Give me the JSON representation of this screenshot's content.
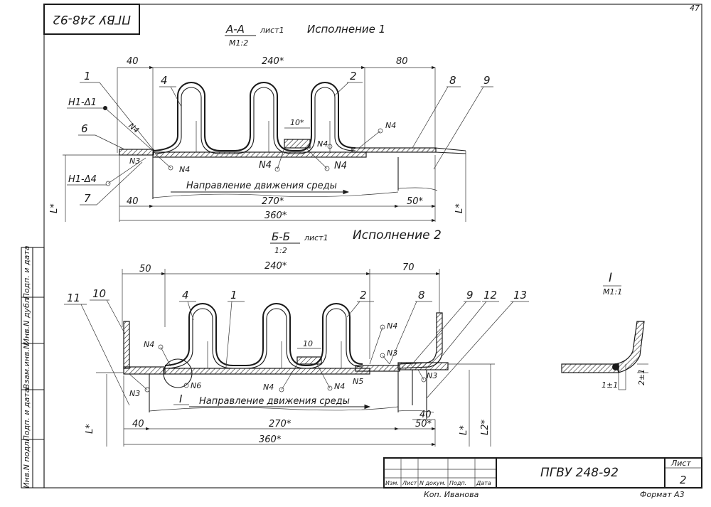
{
  "stamp": "ПГВУ 248-92",
  "page_corner": "47",
  "sectionA": {
    "title": "А-А",
    "sheet": "лист1",
    "scale": "М1:2",
    "variant": "Исполнение 1",
    "dims": {
      "d40_top": "40",
      "d240": "240*",
      "d80": "80",
      "d10": "10*",
      "d40_bot": "40",
      "d270": "270*",
      "d50": "50*",
      "d360": "360*",
      "L": "L*"
    },
    "callouts": {
      "c1": "1",
      "c2": "2",
      "c4": "4",
      "c6": "6",
      "c7": "7",
      "c8": "8",
      "c9": "9"
    },
    "welds": {
      "h1d1": "Н1-Δ1",
      "h1d4": "Н1-Δ4",
      "n3": "N3",
      "n4a": "N4",
      "n4b": "N4",
      "n4c": "N4",
      "n4d": "N4",
      "n4e": "N4",
      "n4f": "N4"
    },
    "flow": "Направление движения среды"
  },
  "sectionB": {
    "title": "Б-Б",
    "sheet": "лист1",
    "scale": "1:2",
    "variant": "Исполнение 2",
    "dims": {
      "d50_top": "50",
      "d240": "240*",
      "d70": "70",
      "d10": "10",
      "d40_bot": "40",
      "d270": "270*",
      "d40_r": "40",
      "d50": "50*",
      "d360": "360*",
      "L": "L*",
      "L2": "L2*"
    },
    "callouts": {
      "c1": "1",
      "c2": "2",
      "c4": "4",
      "c8": "8",
      "c9": "9",
      "c10": "10",
      "c11": "11",
      "c12": "12",
      "c13": "13"
    },
    "welds": {
      "n3a": "N3",
      "n3b": "N3",
      "n3c": "N3",
      "n4a": "N4",
      "n4b": "N4",
      "n4c": "N4",
      "n4d": "N4",
      "n5": "N5",
      "n6": "N6"
    },
    "detail_mark": "I",
    "flow": "Направление движения среды"
  },
  "detail": {
    "mark": "I",
    "scale": "М1:1",
    "d1": "1±1",
    "d2": "2±1"
  },
  "sidebar": [
    "Инв.N подл.",
    "Подп. и дата",
    "Взам.инв.N",
    "Инв.N дубл.",
    "Подп. и дата"
  ],
  "titleblock": {
    "heads": [
      "Изм.",
      "Лист",
      "N докум.",
      "Подп.",
      "Дата"
    ],
    "code": "ПГВУ 248-92",
    "sheet_label": "Лист",
    "sheet_no": "2",
    "copied": "Коп. Иванова",
    "format": "Формат А3"
  }
}
